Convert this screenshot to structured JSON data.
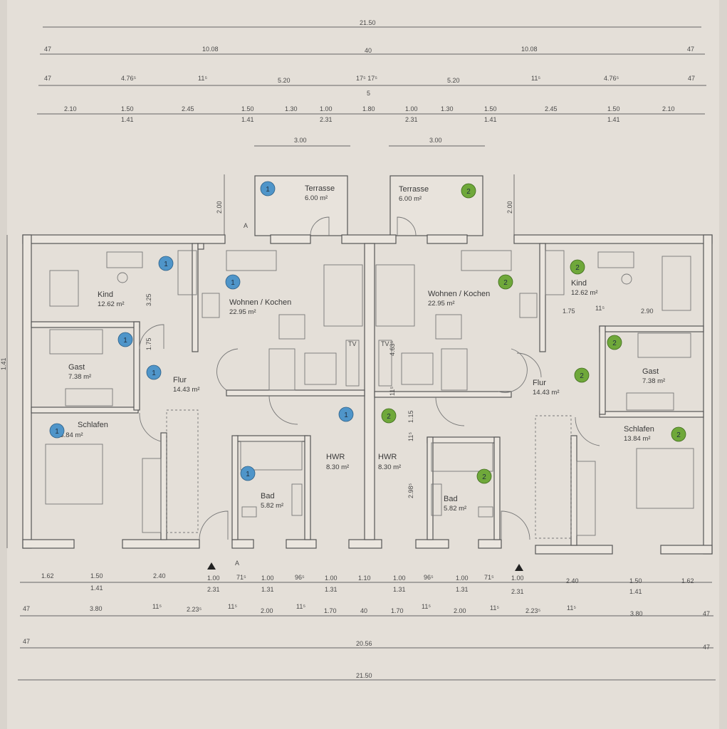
{
  "dimensions": {
    "top_overall": "21.50",
    "top_row2": [
      "47",
      "10.08",
      "40",
      "10.08",
      "47"
    ],
    "top_row3": [
      "47",
      "4.76⁵",
      "11⁵",
      "5.20",
      "17⁵ 17⁵",
      "5",
      "5.20",
      "11⁵",
      "4.76⁵",
      "47"
    ],
    "top_row4_upper": [
      "2.10",
      "1.50",
      "2.45",
      "1.50",
      "1.30",
      "1.00",
      "1.80",
      "1.00",
      "1.30",
      "1.50",
      "2.45",
      "1.50",
      "2.10"
    ],
    "top_row4_lower": [
      "1.41",
      "1.41",
      "2.31",
      "2.31",
      "1.41",
      "1.41"
    ],
    "terrace_widths": [
      "3.00",
      "3.00"
    ],
    "terrace_depths": [
      "2.00",
      "2.00"
    ],
    "interior_labels": [
      "3.25",
      "1.75",
      "1.75",
      "11⁵",
      "2.90",
      "4.63⁵",
      "11⁵",
      "1.15",
      "11⁵",
      "2.98⁵"
    ],
    "left_overall": "1.41",
    "bottom_row1_upper": [
      "1.62",
      "1.50",
      "2.40",
      "1.00",
      "71⁵",
      "1.00",
      "96⁵",
      "1.00",
      "1.10",
      "1.00",
      "96⁵",
      "1.00",
      "71⁵",
      "1.00",
      "2.40",
      "1.50",
      "1.62"
    ],
    "bottom_row1_lower": [
      "1.41",
      "2.31",
      "1.31",
      "1.31",
      "1.31",
      "1.31",
      "2.31",
      "1.41"
    ],
    "bottom_row2": [
      "47",
      "3.80",
      "11⁵",
      "2.23⁵",
      "11⁵",
      "2.00",
      "11⁵",
      "1.70",
      "40",
      "1.70",
      "11⁵",
      "2.00",
      "11⁵",
      "2.23⁵",
      "11⁵",
      "3.80",
      "47"
    ],
    "bottom_row3": [
      "47",
      "20.56",
      "47"
    ],
    "bottom_overall": "21.50"
  },
  "rooms": {
    "terrasse_1": {
      "name": "Terrasse",
      "area": "6.00 m²"
    },
    "terrasse_2": {
      "name": "Terrasse",
      "area": "6.00 m²"
    },
    "kind_1": {
      "name": "Kind",
      "area": "12.62 m²"
    },
    "kind_2": {
      "name": "Kind",
      "area": "12.62 m²"
    },
    "wohnen_1": {
      "name": "Wohnen / Kochen",
      "area": "22.95 m²"
    },
    "wohnen_2": {
      "name": "Wohnen / Kochen",
      "area": "22.95 m²"
    },
    "gast_1": {
      "name": "Gast",
      "area": "7.38 m²"
    },
    "gast_2": {
      "name": "Gast",
      "area": "7.38 m²"
    },
    "flur_1": {
      "name": "Flur",
      "area": "14.43 m²"
    },
    "flur_2": {
      "name": "Flur",
      "area": "14.43 m²"
    },
    "schlafen_1": {
      "name": "Schlafen",
      "area": "13.84 m²"
    },
    "schlafen_2": {
      "name": "Schlafen",
      "area": "13.84 m²"
    },
    "hwr_1": {
      "name": "HWR",
      "area": "8.30 m²"
    },
    "hwr_2": {
      "name": "HWR",
      "area": "8.30 m²"
    },
    "bad_1": {
      "name": "Bad",
      "area": "5.82 m²"
    },
    "bad_2": {
      "name": "Bad",
      "area": "5.82 m²"
    }
  },
  "badges": {
    "unit_1": {
      "label": "1",
      "color": "#4f95c9"
    },
    "unit_2": {
      "label": "2",
      "color": "#6fa83a"
    }
  },
  "annotations": {
    "tv": "TV",
    "marker_a": "A"
  }
}
